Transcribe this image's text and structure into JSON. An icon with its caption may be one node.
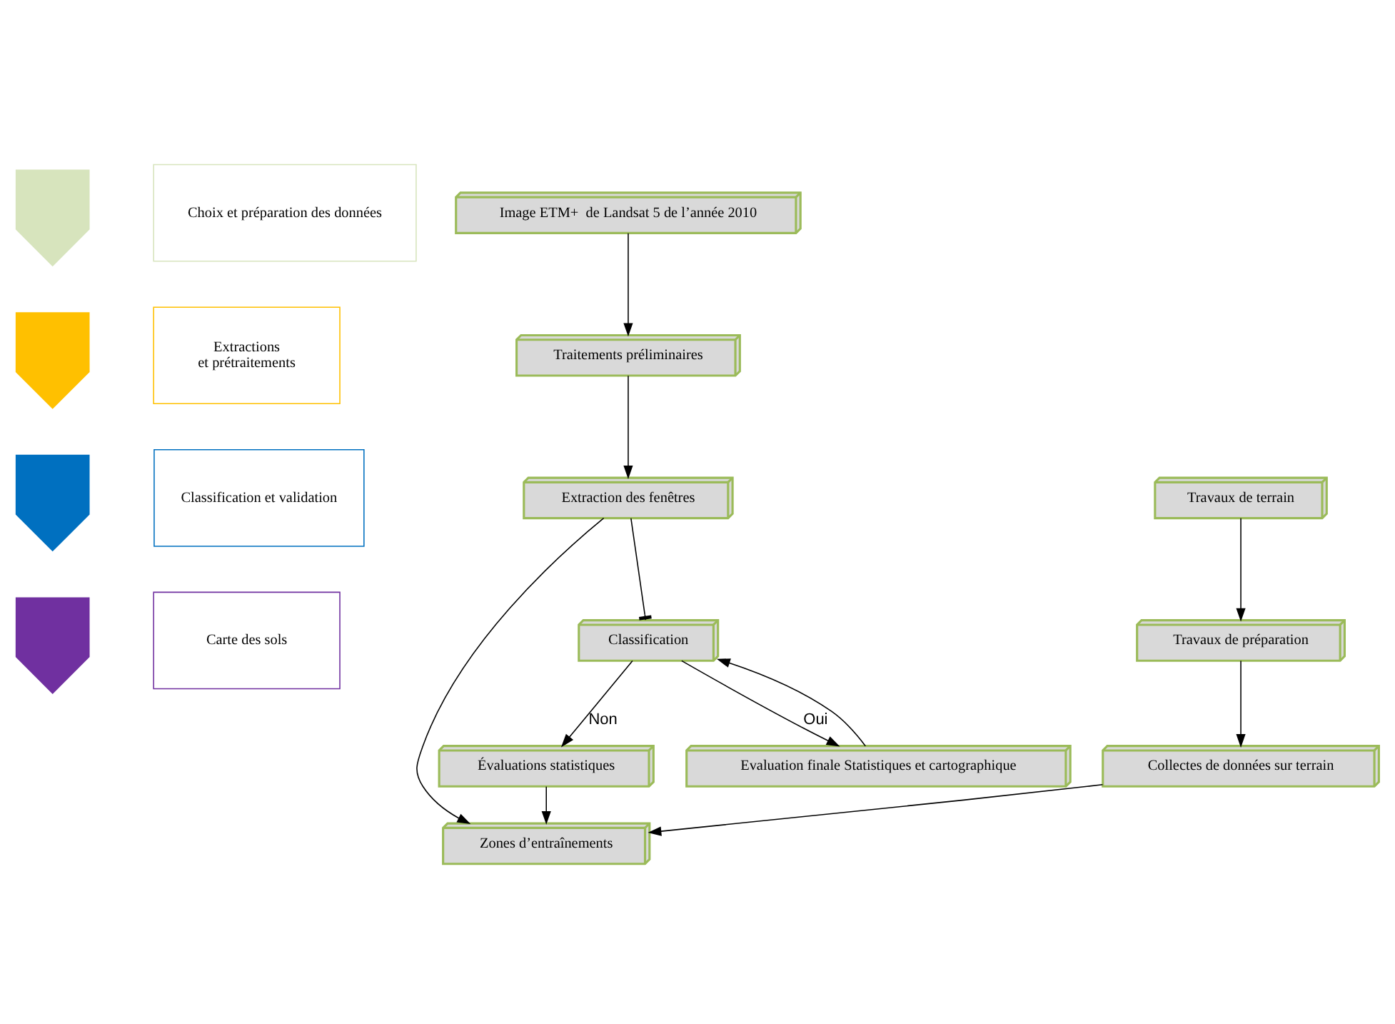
{
  "diagram": {
    "nodes": [
      {
        "text": [],
        "shape": "chevron"
      },
      {
        "text": [
          "Choix et préparation des données"
        ]
      },
      {
        "text": [],
        "shape": "chevron"
      },
      {
        "text": [
          "Extractions",
          "et prétraitements"
        ]
      },
      {
        "text": [],
        "shape": "chevron"
      },
      {
        "text": [
          "Classification et validation"
        ]
      },
      {
        "text": [],
        "shape": "chevron"
      },
      {
        "text": [
          "Carte des sols"
        ]
      },
      {
        "text": [
          "Image ETM+  de Landsat 5 de l’année 2010"
        ]
      },
      {
        "text": [
          "Travaux de terrain"
        ]
      },
      {
        "text": [
          "Traitements préliminaires"
        ]
      },
      {
        "text": [
          "Travaux de préparation"
        ]
      },
      {
        "text": [
          "Extraction des fenêtres"
        ]
      },
      {
        "text": [
          "Collectes de données sur terrain"
        ]
      },
      {
        "text": [
          "Zones d’entraînements"
        ]
      },
      {
        "text": [
          "Évaluations statistiques"
        ]
      },
      {
        "text": [
          "Classification"
        ]
      },
      {
        "text": [
          "Evaluation finale Statistiques et cartographique"
        ]
      }
    ],
    "edges": [
      {
        "from": 8,
        "to": 10,
        "arrow": "to"
      },
      {
        "from": 9,
        "to": 11,
        "arrow": "to"
      },
      {
        "from": 10,
        "to": 12,
        "arrow": "to"
      },
      {
        "from": 11,
        "to": 13,
        "arrow": "to"
      },
      {
        "from": 12,
        "to": 14,
        "arrow": "to"
      },
      {
        "from": 13,
        "to": 14,
        "arrow": "to"
      },
      {
        "from": 12,
        "to": 16,
        "arrow": "other"
      },
      {
        "from": 16,
        "to": 15,
        "label": "Non",
        "arrow": "to"
      },
      {
        "from": 15,
        "to": 14,
        "arrow": "to"
      },
      {
        "from": 16,
        "to": 17,
        "label": "Oui",
        "arrow": "to"
      },
      {
        "from": 17,
        "to": 16,
        "arrow": "to"
      }
    ]
  }
}
